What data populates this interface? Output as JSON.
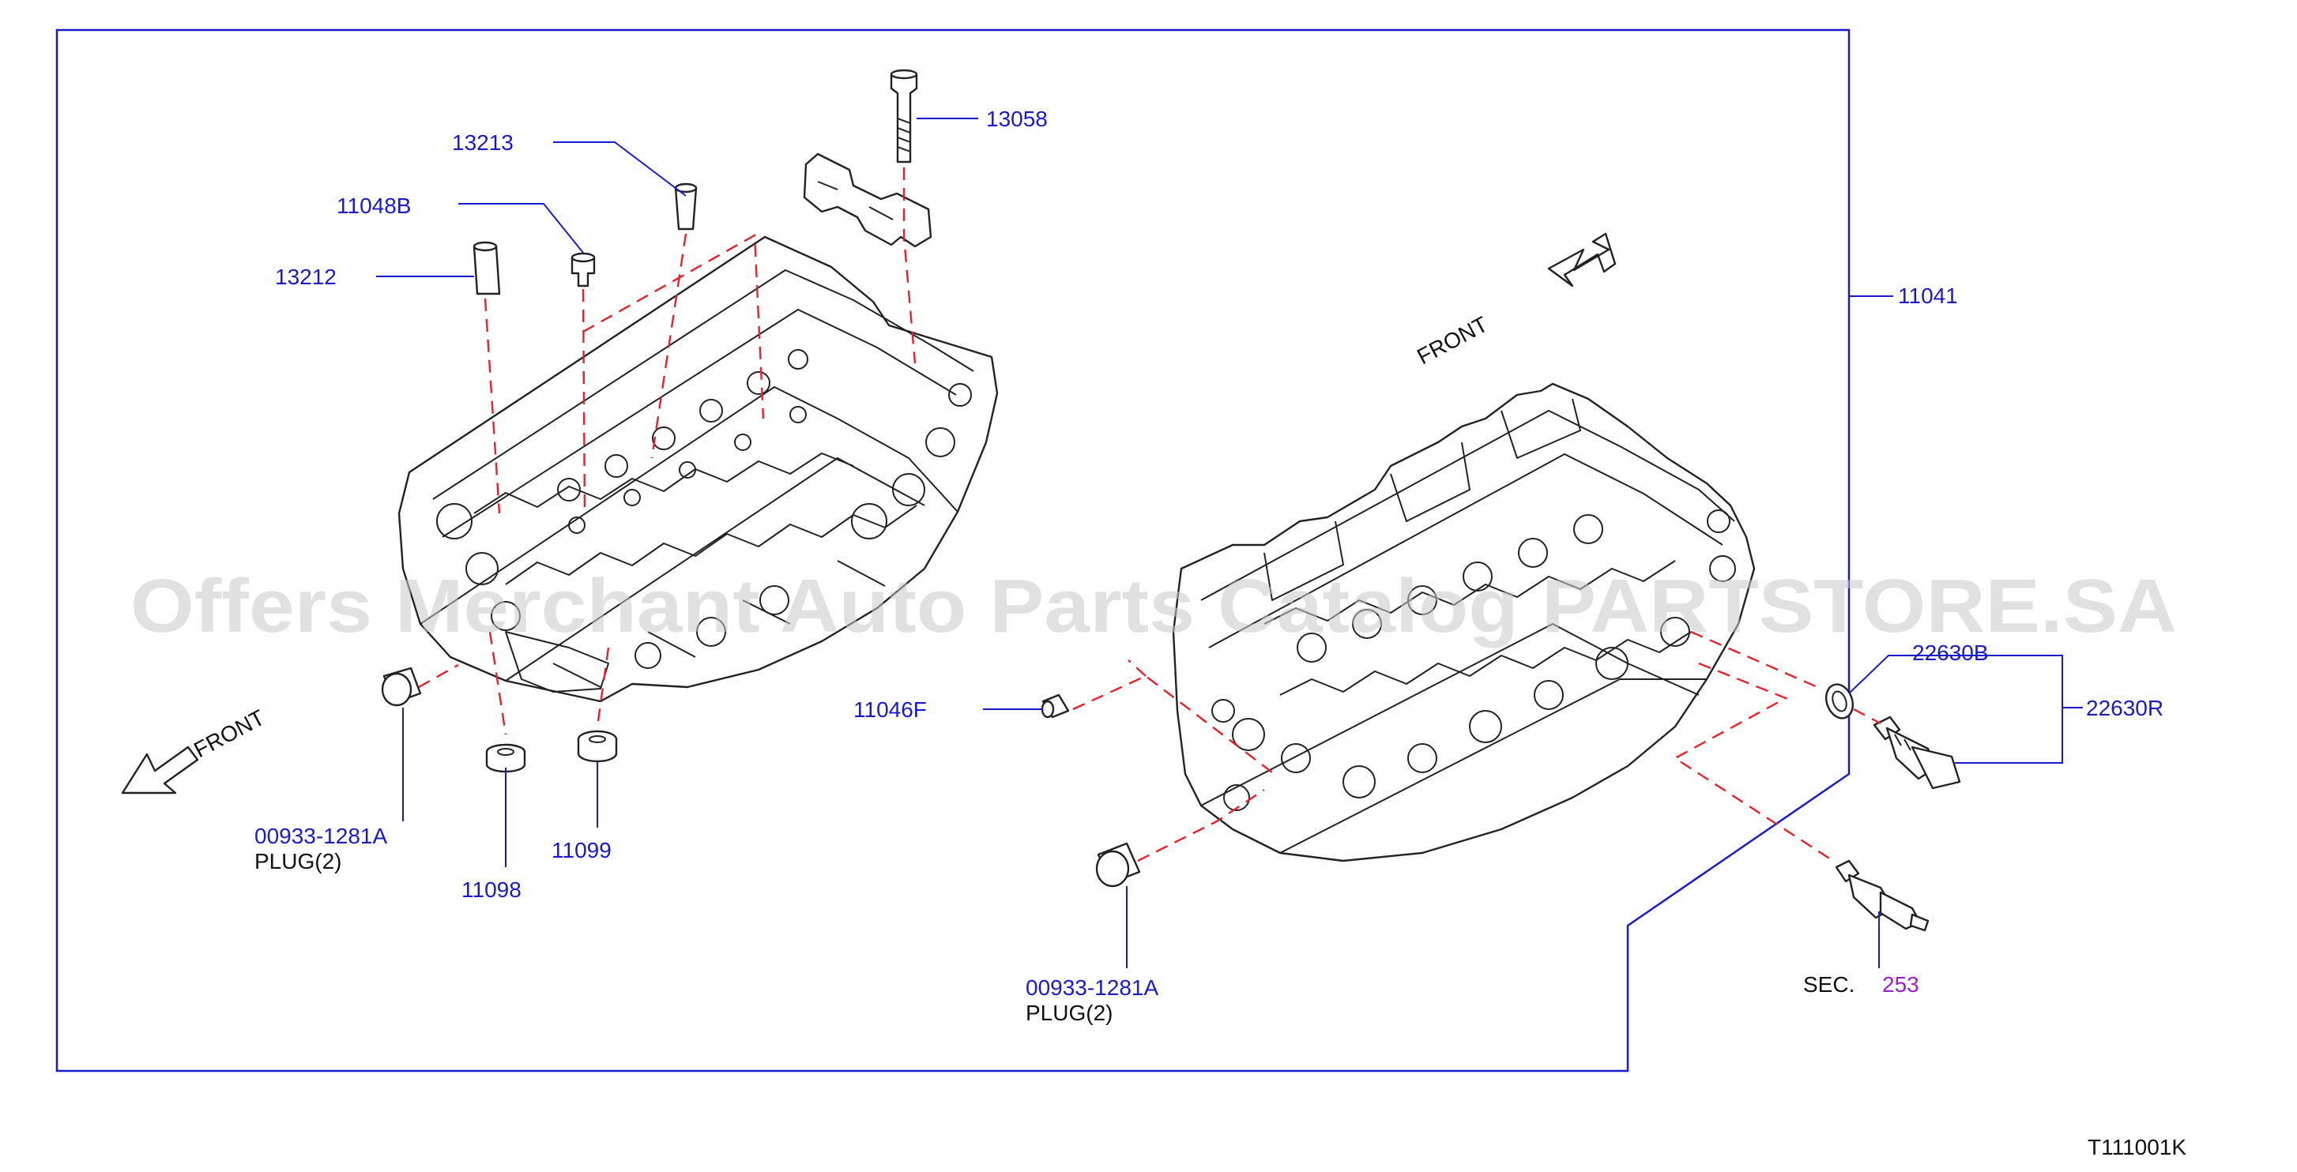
{
  "labels": {
    "p13058": "13058",
    "p13213": "13213",
    "p11048b": "11048B",
    "p13212": "13212",
    "p11041": "11041",
    "p11046f": "11046F",
    "p22630b": "22630B",
    "p22630r": "22630R",
    "plug_left_no": "00933-1281A",
    "plug_left_qty": "PLUG(2)",
    "p11098": "11098",
    "p11099": "11099",
    "plug_right_no": "00933-1281A",
    "plug_right_qty": "PLUG(2)",
    "sec_prefix": "SEC.",
    "sec_number": "253",
    "front_left": "FRONT",
    "front_right": "FRONT",
    "diagram_id": "T111001K"
  },
  "watermark": "Offers Merchant Auto Parts Catalog PARTSTORE.SA",
  "colors": {
    "label_blue": "#1a1acc",
    "section_purple": "#9a1fd0",
    "dashed_red": "#e8202a",
    "watermark_gray": "#c8c8c8"
  },
  "icons": [
    "front-arrow-icon"
  ]
}
